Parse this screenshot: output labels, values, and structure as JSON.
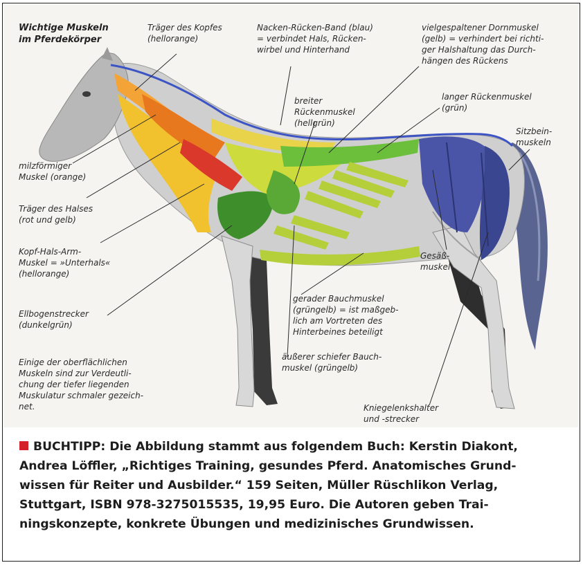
{
  "figure": {
    "title": "Wichtige Muskeln\nim Pferdekörper",
    "labels": {
      "traeger_kopf": "Träger des Kopfes\n(hellorange)",
      "nacken_band": "Nacken-Rücken-Band (blau)\n= verbindet Hals, Rücken-\nwirbel und Hinterhand",
      "dornmuskel": "vielgespaltener Dornmuskel\n(gelb) = verhindert bei richti-\nger Halshaltung das Durch-\nhängen des Rückens",
      "breiter_ruecken": "breiter\nRückenmuskel\n(hellgrün)",
      "langer_ruecken": "langer Rückenmuskel\n(grün)",
      "sitzbein": "Sitzbein-\nmuskeln",
      "milz": "milzförmiger\nMuskel (orange)",
      "traeger_hals": "Träger des Halses\n(rot und gelb)",
      "kopf_hals_arm": "Kopf-Hals-Arm-\nMuskel = »Unterhals«\n(hellorange)",
      "ellbogen": "Ellbogenstrecker\n(dunkelgrün)",
      "hinweis": "Einige der oberflächlichen\nMuskeln sind zur Verdeutli-\nchung der tiefer liegenden\nMuskulatur schmaler gezeich-\nnet.",
      "gesaess": "Gesäß-\nmuskel",
      "gerader_bauch": "gerader Bauchmuskel\n(grüngelb) = ist maßgeb-\nlich am Vortreten des\nHinterbeines beteiligt",
      "aeusserer_bauch": "äußerer schiefer Bauch-\nmuskel (grüngelb)",
      "kniegelenk": "Kniegelenkshalter\nund -strecker"
    },
    "colors": {
      "background": "#f5f4f1",
      "horse_body": "#cfcfcf",
      "horse_dark": "#3a3a3a",
      "blue_band": "#3d55c4",
      "yellow": "#f2c12e",
      "light_orange": "#f4a436",
      "orange": "#e8781e",
      "red": "#d9382a",
      "light_green": "#cddc3c",
      "green": "#6cbf3a",
      "dark_green": "#3e8e2c",
      "yellow_green": "#b5cf3a",
      "purple_blue": "#4a55a8",
      "leader_line": "#2a2a2a"
    }
  },
  "caption": {
    "marker_color": "#d4202a",
    "lines": [
      "BUCHTIPP: Die Abbildung stammt aus folgendem Buch: Kerstin Diakont,",
      "Andrea Löffler, „Richtiges Training, gesundes Pferd. Anatomisches Grund-",
      "wissen für Reiter und Ausbilder.“ 159 Seiten, Müller Rüschlikon Verlag,",
      "Stuttgart, ISBN 978-3275015535, 19,95 Euro. Die Autoren geben Trai-",
      "ningskonzepte, konkrete Übungen und medizinisches Grundwissen."
    ]
  }
}
